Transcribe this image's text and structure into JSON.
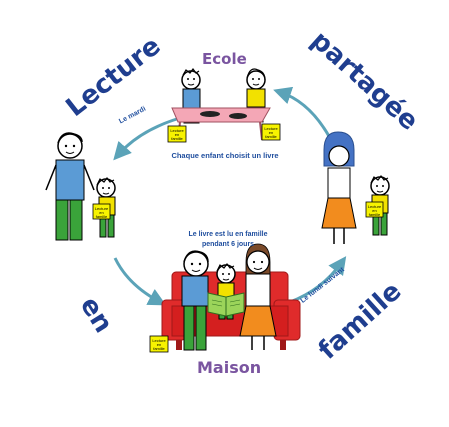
{
  "title_words": {
    "lecture": "Lecture",
    "partagee": "partagée",
    "en": "en",
    "famille": "famille"
  },
  "places": {
    "ecole": "Ecole",
    "maison": "Maison"
  },
  "transitions": {
    "le_mardi": "Le mardi",
    "le_lundi_suivant": "Le lundi suivant"
  },
  "captions": {
    "school": "Chaque enfant choisit un livre",
    "home_line1": "Le livre est lu en famille",
    "home_line2": "pendant 6 jours"
  },
  "bag_label": {
    "line1": "Lecture",
    "line2": "en",
    "line3": "famille"
  },
  "colors": {
    "title_blue": "#1f3e8f",
    "place_purple": "#7a55a0",
    "arrow_teal": "#5ba3b8",
    "sofa_red": "#e02b2b",
    "bag_yellow": "#f7f300"
  }
}
